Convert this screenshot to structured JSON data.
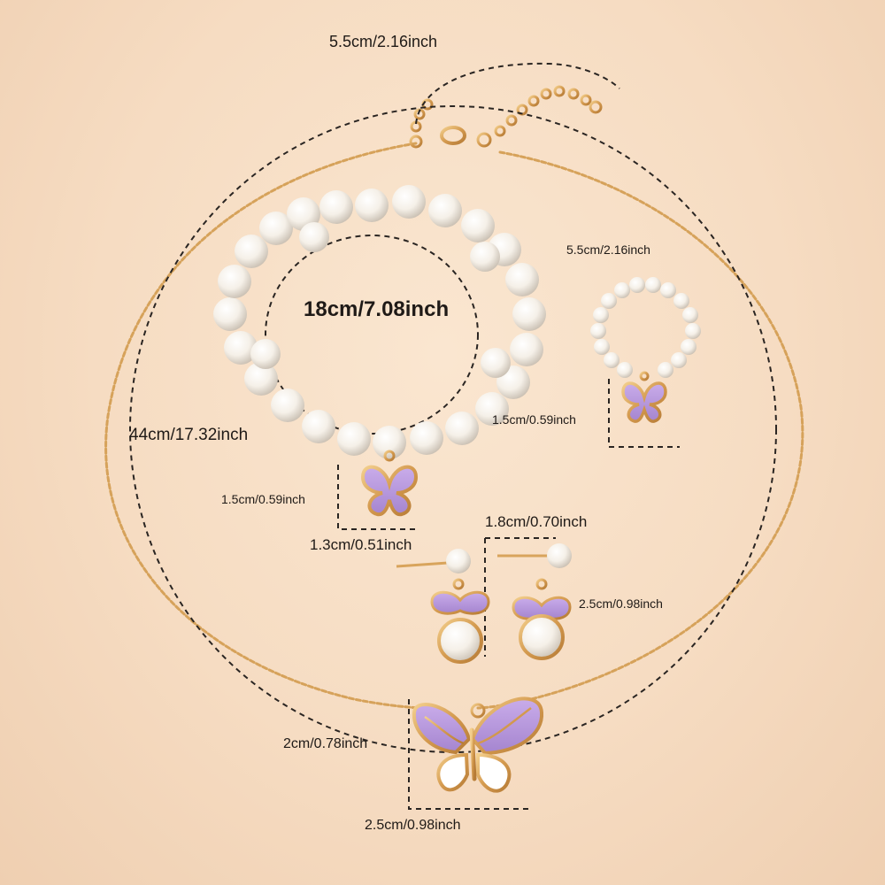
{
  "labels": {
    "chain_extension": "5.5cm/2.16inch",
    "bracelet_diameter": "18cm/7.08inch",
    "necklace_length": "44cm/17.32inch",
    "ring_size": "5.5cm/2.16inch",
    "ring_charm_height": "1.5cm/0.59inch",
    "bracelet_charm_height": "1.5cm/0.59inch",
    "bracelet_charm_width": "1.3cm/0.51inch",
    "earring_width": "1.8cm/0.70inch",
    "earring_height": "2.5cm/0.98inch",
    "pendant_height": "2cm/0.78inch",
    "pendant_width": "2.5cm/0.98inch"
  },
  "colors": {
    "background": "#f6dcc2",
    "gold": "#d9a45c",
    "pearl": "#fbf8f2",
    "butterfly_purple": "#b89ad8",
    "butterfly_white": "#ffffff",
    "dashed_line": "#2a2522"
  }
}
